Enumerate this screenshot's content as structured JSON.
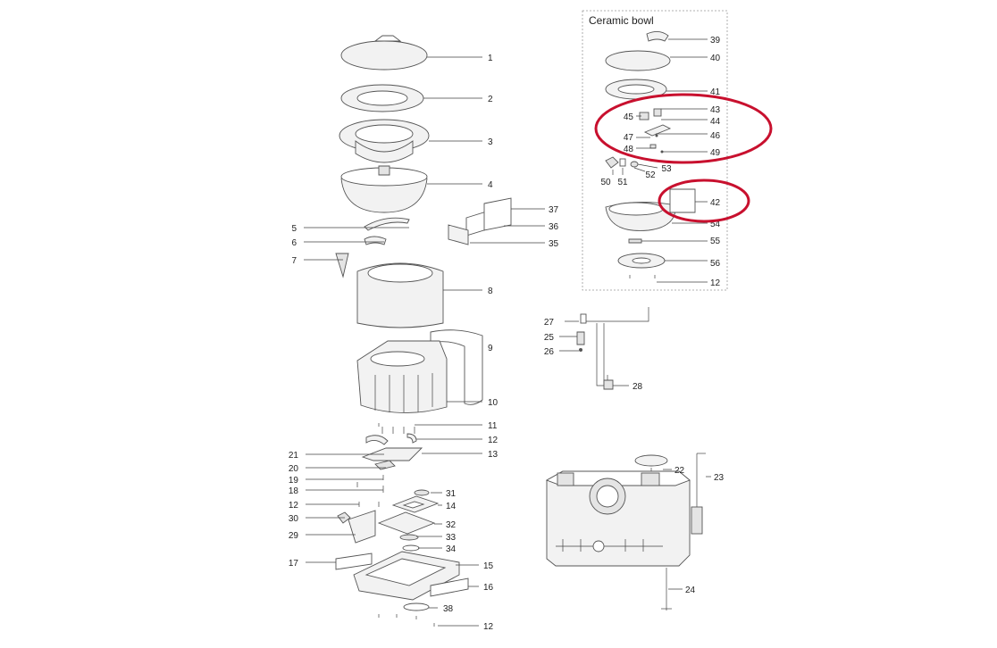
{
  "inset_title": "Ceramic bowl",
  "main_labels": [
    "1",
    "2",
    "3",
    "4",
    "5",
    "6",
    "7",
    "8",
    "9",
    "10",
    "11",
    "12",
    "13",
    "21",
    "20",
    "19",
    "18",
    "12",
    "31",
    "14",
    "30",
    "32",
    "33",
    "29",
    "34",
    "17",
    "15",
    "16",
    "38",
    "12"
  ],
  "inset_labels": [
    "39",
    "40",
    "41",
    "43",
    "45",
    "44",
    "47",
    "46",
    "48",
    "49",
    "50",
    "51",
    "52",
    "53",
    "42",
    "54",
    "55",
    "56",
    "12"
  ],
  "electrical_labels": [
    "27",
    "25",
    "26",
    "28"
  ],
  "tank_labels": [
    "22",
    "23",
    "24"
  ],
  "panel_labels": [
    "37",
    "36",
    "35"
  ],
  "highlight_color": "#c8102e"
}
